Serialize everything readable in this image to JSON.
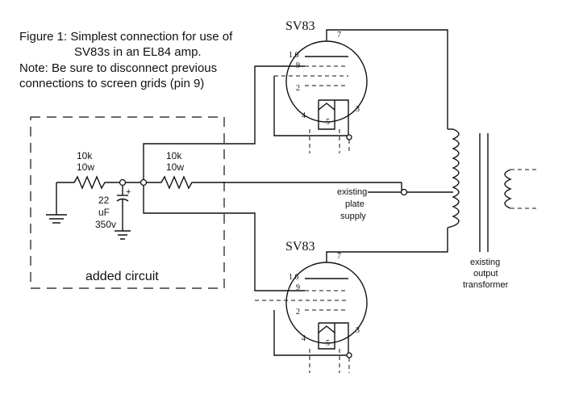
{
  "caption": {
    "line1": "Figure 1: Simplest connection for use of",
    "line2": "SV83s in an EL84 amp.",
    "line3": "Note: Be sure to disconnect  previous",
    "line4": "connections to screen grids (pin 9)"
  },
  "tubes": [
    {
      "name": "SV83",
      "pin_plate": "7",
      "pin_g1": "1,6",
      "pin_g2": "9",
      "pin_g3": "2",
      "pin_heater": "4",
      "pin_heater_ctr": "5",
      "pin_cathode": "3"
    },
    {
      "name": "SV83",
      "pin_plate": "7",
      "pin_g1": "1,6",
      "pin_g2": "9",
      "pin_g3": "2",
      "pin_heater": "4",
      "pin_heater_ctr": "5",
      "pin_cathode": "3"
    }
  ],
  "resistor1": {
    "value": "10k",
    "power": "10w"
  },
  "resistor2": {
    "value": "10k",
    "power": "10w"
  },
  "capacitor": {
    "cap": "22",
    "unit": "uF",
    "voltage": "350v",
    "polarity": "+"
  },
  "added_circuit_label": "added circuit",
  "supply_label": {
    "l1": "existing",
    "l2": "plate",
    "l3": "supply"
  },
  "transformer_label": {
    "l1": "existing",
    "l2": "output",
    "l3": "transformer"
  }
}
